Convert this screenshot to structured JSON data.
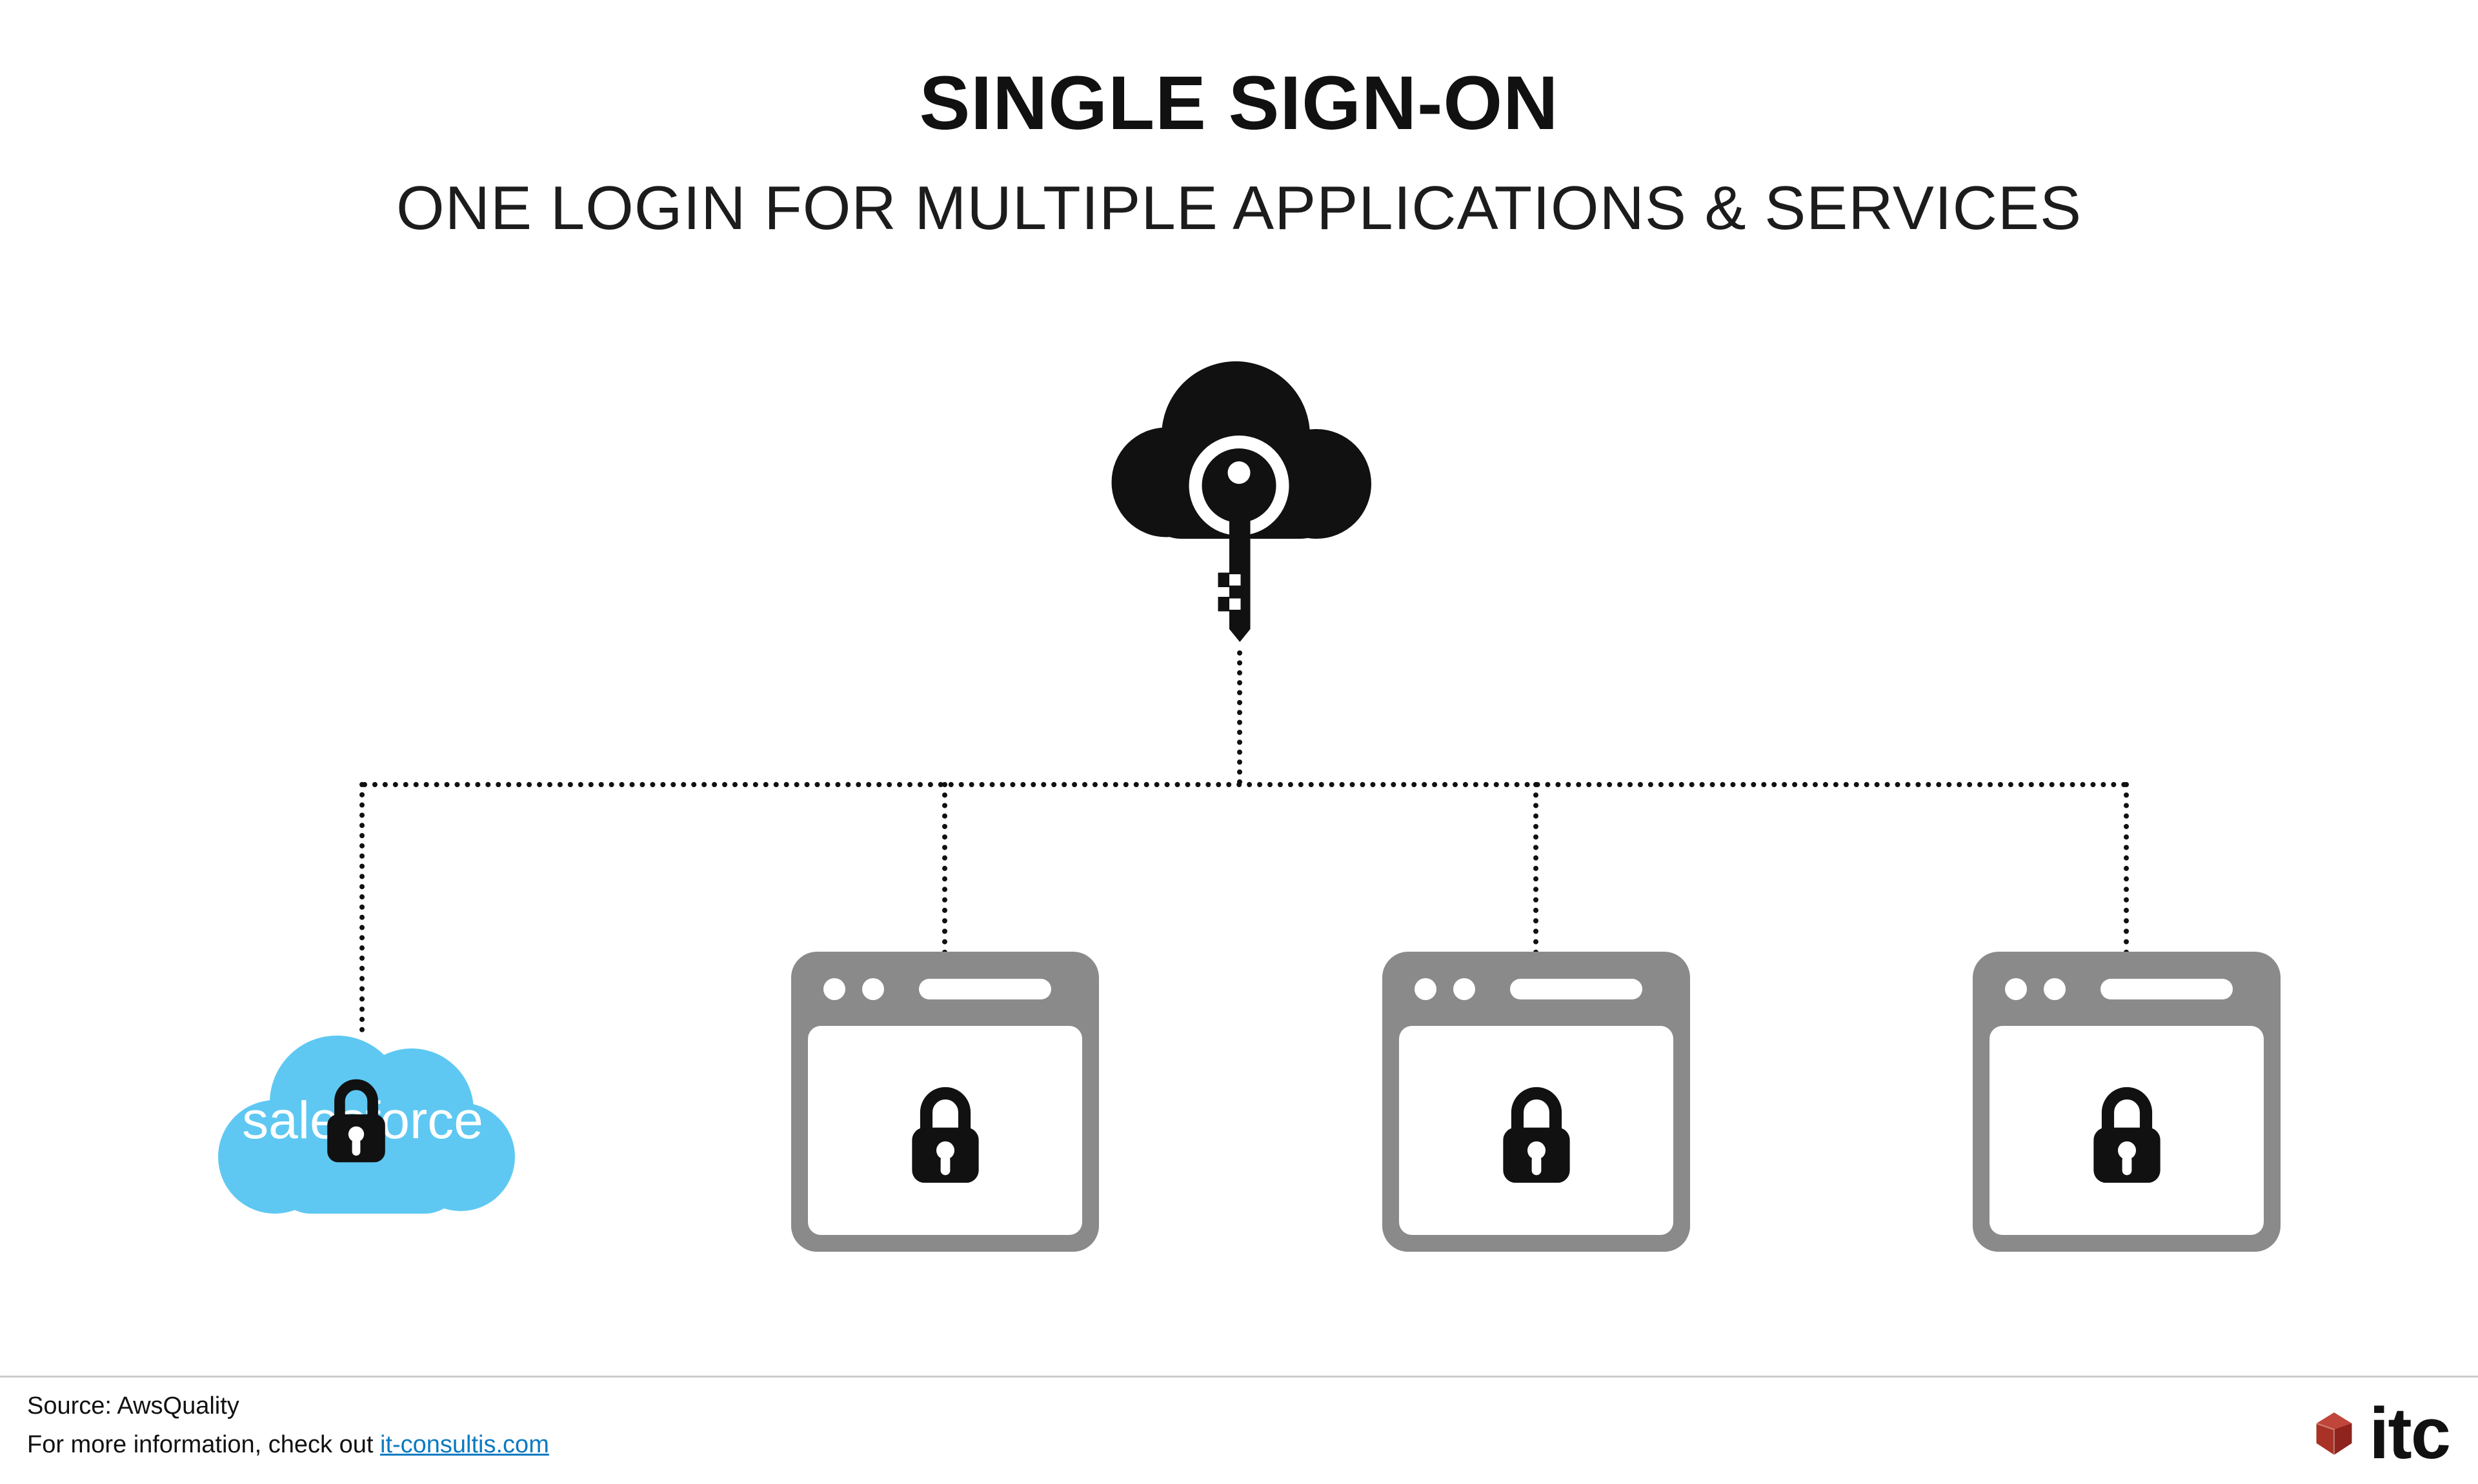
{
  "header": {
    "title": "SINGLE SIGN-ON",
    "subtitle": "ONE LOGIN FOR MULTIPLE APPLICATIONS & SERVICES"
  },
  "diagram": {
    "salesforce_label": "salesforce",
    "icons": {
      "sso": "cloud-key-icon",
      "app_lock": "padlock-icon",
      "window_controls": "window-dots-and-address-pill"
    }
  },
  "footer": {
    "source_text": "Source: AwsQuality",
    "info_prefix": "For more information, check out ",
    "link_text": "it-consultis.com",
    "logo_text": "itc"
  },
  "colors": {
    "ink": "#111111",
    "window_gray": "#8a8a8a",
    "salesforce_blue": "#5ec8f2",
    "link_blue": "#0b7ac1",
    "gem_red": "#a93226",
    "divider_gray": "#cccccc"
  }
}
